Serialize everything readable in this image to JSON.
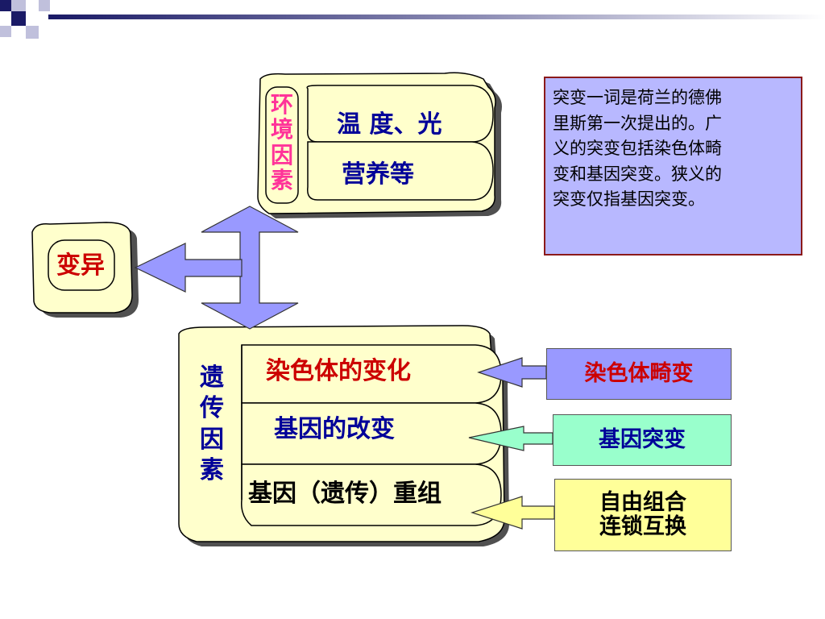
{
  "environment": {
    "label": "环境因素",
    "items": [
      "温 度、光",
      "营养等"
    ]
  },
  "variation": {
    "label": "变异"
  },
  "genetic": {
    "label": "遗传因素",
    "items": [
      "染色体的变化",
      "基因的改变",
      "基因（遗传）重组"
    ]
  },
  "description": {
    "lines": [
      "突变一词是荷兰的德佛",
      "里斯第一次提出的。广",
      "义的突变包括染色体畸",
      "变和基因突变。狭义的",
      "突变仅指基因突变。"
    ]
  },
  "results": {
    "chromosome": "染色体畸变",
    "gene": "基因突变",
    "recombination": [
      "自由组合",
      "连锁互换"
    ]
  },
  "colors": {
    "scroll_fill": "#ffffcc",
    "scroll_shadow": "#505050",
    "arrow_fill": "#9999ff",
    "env_label": "#ff3399",
    "item_text": "#000099",
    "red_text": "#cc0000",
    "chromosome_box": "#9999ff",
    "gene_box": "#99ffcc",
    "recombination_box": "#ffff99",
    "desc_border": "#8b1a1a"
  },
  "icons": [
    "corner-squares-decoration",
    "double-headed-arrow",
    "left-arrow"
  ]
}
